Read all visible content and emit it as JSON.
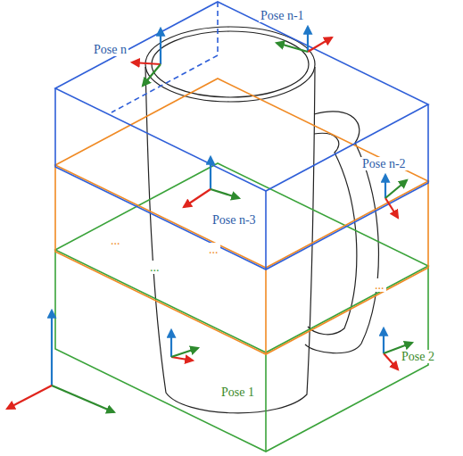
{
  "diagram": {
    "labels": [
      "Pose n",
      "Pose n-1",
      "Pose n-2",
      "Pose n-3",
      "Pose 2",
      "Pose 1",
      "...",
      "...",
      "...",
      "..."
    ]
  }
}
